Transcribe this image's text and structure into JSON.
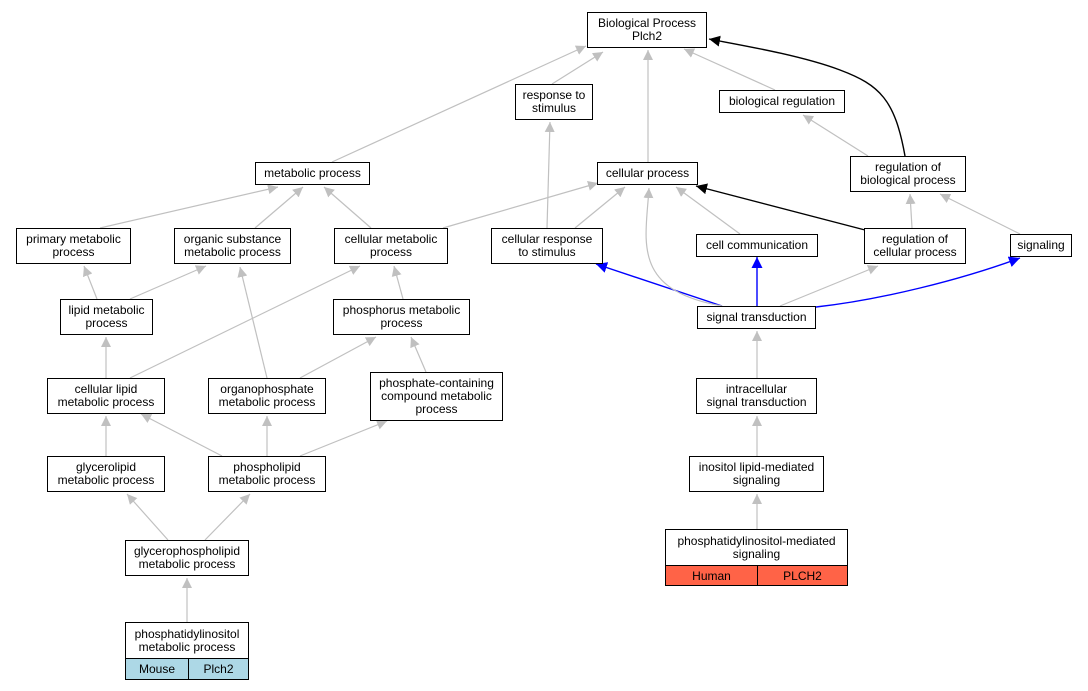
{
  "colors": {
    "gray_edge": "#c0c0c0",
    "black_edge": "#000000",
    "blue_edge": "#0000ff",
    "human_tag": "#ff6347",
    "mouse_tag": "#add8e6"
  },
  "nodes": {
    "root": "Biological Process\nPlch2",
    "response_to_stimulus": "response to\nstimulus",
    "biological_regulation": "biological regulation",
    "metabolic_process": "metabolic process",
    "cellular_process": "cellular process",
    "regulation_of_biological_process": "regulation of\nbiological process",
    "primary_metabolic_process": "primary metabolic\nprocess",
    "organic_substance_metabolic_process": "organic substance\nmetabolic process",
    "cellular_metabolic_process": "cellular metabolic\nprocess",
    "cellular_response_to_stimulus": "cellular response\nto stimulus",
    "cell_communication": "cell communication",
    "regulation_of_cellular_process": "regulation of\ncellular process",
    "signaling": "signaling",
    "lipid_metabolic_process": "lipid metabolic\nprocess",
    "phosphorus_metabolic_process": "phosphorus metabolic\nprocess",
    "signal_transduction": "signal transduction",
    "cellular_lipid_metabolic_process": "cellular lipid\nmetabolic process",
    "organophosphate_metabolic_process": "organophosphate\nmetabolic process",
    "phosphate_containing_compound_metabolic_process": "phosphate-containing\ncompound metabolic\nprocess",
    "intracellular_signal_transduction": "intracellular\nsignal transduction",
    "glycerolipid_metabolic_process": "glycerolipid\nmetabolic process",
    "phospholipid_metabolic_process": "phospholipid\nmetabolic process",
    "inositol_lipid_mediated_signaling": "inositol lipid-mediated\nsignaling",
    "glycerophospholipid_metabolic_process": "glycerophospholipid\nmetabolic process",
    "phosphatidylinositol_mediated_signaling": "phosphatidylinositol-mediated\nsignaling",
    "phosphatidylinositol_metabolic_process": "phosphatidylinositol\nmetabolic process"
  },
  "annotations": {
    "human": {
      "species": "Human",
      "gene": "PLCH2"
    },
    "mouse": {
      "species": "Mouse",
      "gene": "Plch2"
    }
  },
  "edges": [
    {
      "from": "response_to_stimulus",
      "to": "root",
      "color": "gray"
    },
    {
      "from": "biological_regulation",
      "to": "root",
      "color": "gray"
    },
    {
      "from": "metabolic_process",
      "to": "root",
      "color": "gray"
    },
    {
      "from": "cellular_process",
      "to": "root",
      "color": "gray"
    },
    {
      "from": "regulation_of_biological_process",
      "to": "root",
      "color": "black"
    },
    {
      "from": "regulation_of_biological_process",
      "to": "biological_regulation",
      "color": "gray"
    },
    {
      "from": "primary_metabolic_process",
      "to": "metabolic_process",
      "color": "gray"
    },
    {
      "from": "organic_substance_metabolic_process",
      "to": "metabolic_process",
      "color": "gray"
    },
    {
      "from": "cellular_metabolic_process",
      "to": "metabolic_process",
      "color": "gray"
    },
    {
      "from": "cellular_metabolic_process",
      "to": "cellular_process",
      "color": "gray"
    },
    {
      "from": "cellular_response_to_stimulus",
      "to": "response_to_stimulus",
      "color": "gray"
    },
    {
      "from": "cellular_response_to_stimulus",
      "to": "cellular_process",
      "color": "gray"
    },
    {
      "from": "cell_communication",
      "to": "cellular_process",
      "color": "gray"
    },
    {
      "from": "regulation_of_cellular_process",
      "to": "cellular_process",
      "color": "black"
    },
    {
      "from": "regulation_of_cellular_process",
      "to": "regulation_of_biological_process",
      "color": "gray"
    },
    {
      "from": "signaling",
      "to": "regulation_of_biological_process",
      "color": "gray"
    },
    {
      "from": "lipid_metabolic_process",
      "to": "primary_metabolic_process",
      "color": "gray"
    },
    {
      "from": "lipid_metabolic_process",
      "to": "organic_substance_metabolic_process",
      "color": "gray"
    },
    {
      "from": "phosphorus_metabolic_process",
      "to": "cellular_metabolic_process",
      "color": "gray"
    },
    {
      "from": "signal_transduction",
      "to": "cellular_response_to_stimulus",
      "color": "blue"
    },
    {
      "from": "signal_transduction",
      "to": "cell_communication",
      "color": "blue"
    },
    {
      "from": "signal_transduction",
      "to": "signaling",
      "color": "blue"
    },
    {
      "from": "signal_transduction",
      "to": "regulation_of_cellular_process",
      "color": "gray"
    },
    {
      "from": "signal_transduction",
      "to": "cellular_process",
      "color": "gray"
    },
    {
      "from": "cellular_lipid_metabolic_process",
      "to": "lipid_metabolic_process",
      "color": "gray"
    },
    {
      "from": "cellular_lipid_metabolic_process",
      "to": "cellular_metabolic_process",
      "color": "gray"
    },
    {
      "from": "organophosphate_metabolic_process",
      "to": "organic_substance_metabolic_process",
      "color": "gray"
    },
    {
      "from": "organophosphate_metabolic_process",
      "to": "phosphorus_metabolic_process",
      "color": "gray"
    },
    {
      "from": "phosphate_containing_compound_metabolic_process",
      "to": "phosphorus_metabolic_process",
      "color": "gray"
    },
    {
      "from": "intracellular_signal_transduction",
      "to": "signal_transduction",
      "color": "gray"
    },
    {
      "from": "glycerolipid_metabolic_process",
      "to": "cellular_lipid_metabolic_process",
      "color": "gray"
    },
    {
      "from": "phospholipid_metabolic_process",
      "to": "cellular_lipid_metabolic_process",
      "color": "gray"
    },
    {
      "from": "phospholipid_metabolic_process",
      "to": "organophosphate_metabolic_process",
      "color": "gray"
    },
    {
      "from": "phospholipid_metabolic_process",
      "to": "phosphate_containing_compound_metabolic_process",
      "color": "gray"
    },
    {
      "from": "inositol_lipid_mediated_signaling",
      "to": "intracellular_signal_transduction",
      "color": "gray"
    },
    {
      "from": "glycerophospholipid_metabolic_process",
      "to": "glycerolipid_metabolic_process",
      "color": "gray"
    },
    {
      "from": "glycerophospholipid_metabolic_process",
      "to": "phospholipid_metabolic_process",
      "color": "gray"
    },
    {
      "from": "phosphatidylinositol_mediated_signaling",
      "to": "inositol_lipid_mediated_signaling",
      "color": "gray"
    },
    {
      "from": "phosphatidylinositol_metabolic_process",
      "to": "glycerophospholipid_metabolic_process",
      "color": "gray"
    }
  ]
}
